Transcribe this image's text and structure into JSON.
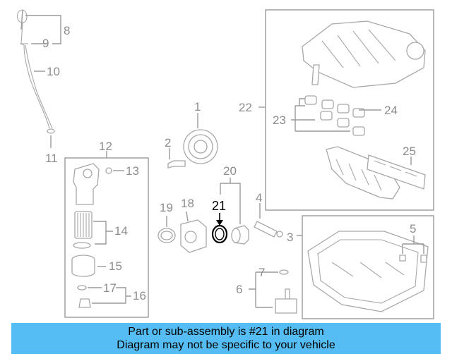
{
  "diagram": {
    "labels": {
      "p1": "1",
      "p2": "2",
      "p3": "3",
      "p4": "4",
      "p5": "5",
      "p6": "6",
      "p7": "7",
      "p8": "8",
      "p9": "9",
      "p10": "10",
      "p11": "11",
      "p12": "12",
      "p13": "13",
      "p14": "14",
      "p15": "15",
      "p16": "16",
      "p17": "17",
      "p18": "18",
      "p19": "19",
      "p20": "20",
      "p21": "21",
      "p22": "22",
      "p23": "23",
      "p24": "24",
      "p25": "25"
    },
    "highlighted_part": "21",
    "colors": {
      "banner": "#55bdf3",
      "lines": "#9a9a9a",
      "highlight": "#000000"
    }
  },
  "banner": {
    "line1": "Part or sub-assembly is #21 in diagram",
    "line2": "Diagram may not be specific to your vehicle"
  }
}
